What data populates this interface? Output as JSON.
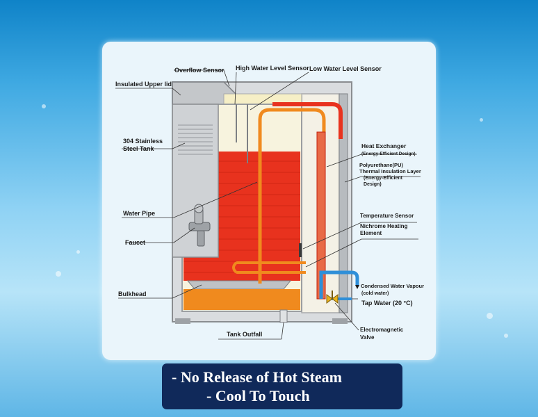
{
  "labels": {
    "overflow_sensor": "Overflow Sensor",
    "high_level_sensor": "High Water Level Sensor",
    "low_level_sensor": "Low Water Level Sensor",
    "insulated_lid": "Insulated Upper lid",
    "tank_line1": "304 Stainless",
    "tank_line2": "Steel Tank",
    "water_pipe": "Water Pipe",
    "faucet": "Faucet",
    "bulkhead": "Bulkhead",
    "tank_outfall": "Tank Outfall",
    "heat_exchanger": "Heat Exchanger",
    "heat_exchanger_sub": "(Energy-Efficient Design)",
    "pu_line1": "Polyurethane(PU)",
    "pu_line2": "Thermal Insulation Layer",
    "pu_line3": "(Energy-Efficient",
    "pu_line4": "Design)",
    "temp_sensor": "Temperature Sensor",
    "nichrome_line1": "Nichrome Heating",
    "nichrome_line2": "Element",
    "condensed_line1": "Condensed Water Vapour",
    "condensed_line2": "(cold water)",
    "tap_water": "Tap Water (20 °C)",
    "valve_line1": "Electromagnetic",
    "valve_line2": "Valve"
  },
  "banner": {
    "line1": "- No Release of Hot Steam",
    "line2": "- Cool To Touch"
  },
  "colors": {
    "hot_water": "#e8321e",
    "warm_water": "#f08a1e",
    "cold_pipe": "#2f8fd8",
    "steel": "#c9c9c9",
    "insulation": "#f6efc6",
    "banner_bg": "#10295a"
  }
}
